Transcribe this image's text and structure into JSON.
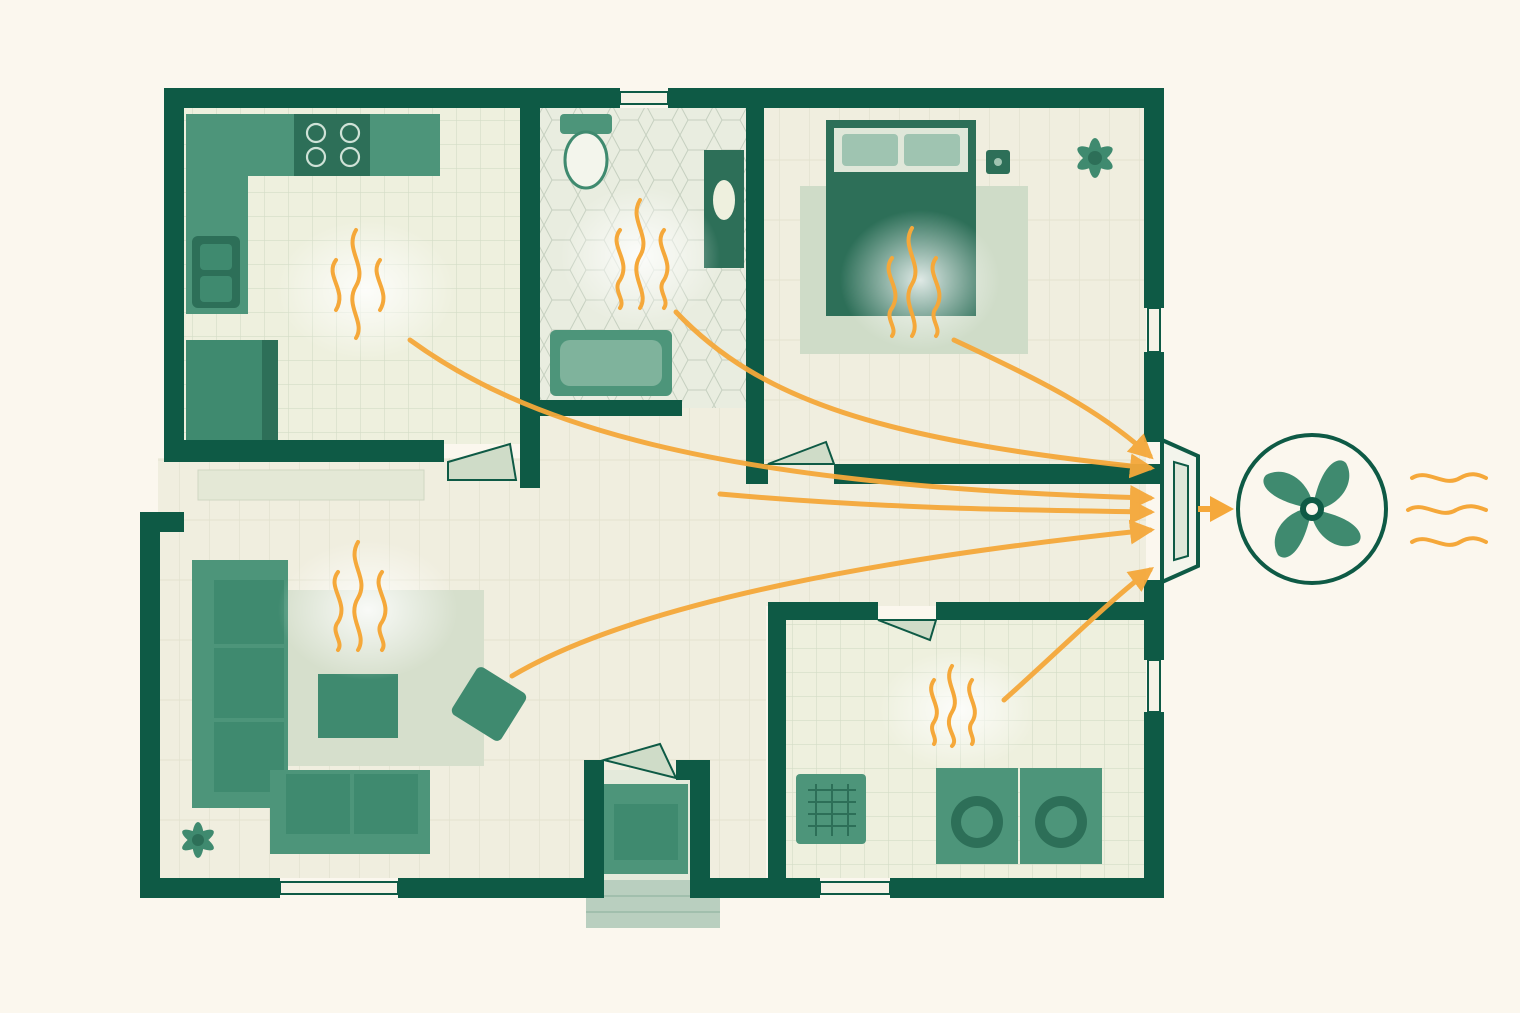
{
  "diagram": {
    "kind": "floor-plan-ventilation",
    "rooms": [
      {
        "id": "kitchen",
        "icon": "kitchen-icon",
        "heat": true
      },
      {
        "id": "bathroom",
        "icon": "bathroom-icon",
        "heat": true
      },
      {
        "id": "bedroom",
        "icon": "bed-icon",
        "heat": true
      },
      {
        "id": "living-room",
        "icon": "sofa-icon",
        "heat": true
      },
      {
        "id": "laundry-room",
        "icon": "washing-machine-icon",
        "heat": true
      }
    ],
    "airflow": {
      "destination": "exhaust-vent-icon",
      "output": "exhaust-fan-icon",
      "exhaust": "air-out-icon"
    }
  },
  "colors": {
    "page": "#fbf7ee",
    "wall": "#0e5a45",
    "furniture": "#3f8a6f",
    "furniture_light": "#7fb39c",
    "floor": "#eef0de",
    "floor_grid": "#d3dcc6",
    "airflow": "#f5a83a"
  }
}
